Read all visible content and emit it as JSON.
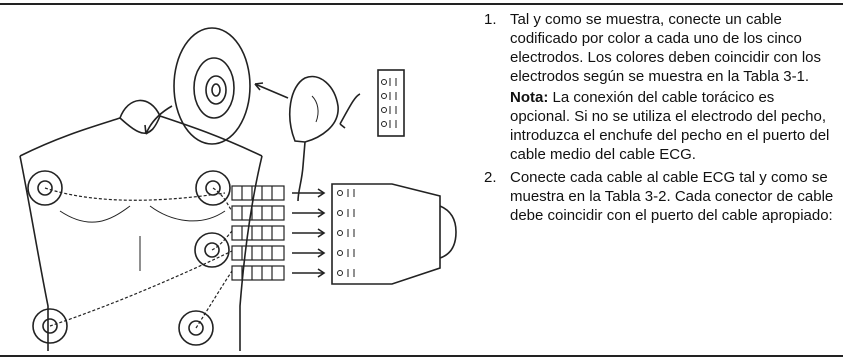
{
  "instructions": {
    "step1": {
      "number": "1.",
      "text": "Tal y como se muestra, conecte un cable codificado por color a cada uno de los cinco electrodos. Los colores deben coincidir con los electrodos según se muestra en la Tabla 3-1."
    },
    "note": {
      "label": "Nota:",
      "text": "La conexión del cable torácico es opcional. Si no se utiliza el electrodo del pecho, introduzca el enchufe del pecho en el puerto del cable medio del cable ECG."
    },
    "step2": {
      "number": "2.",
      "text": "Conecte cada cable al cable ECG tal y como se muestra en la Tabla 3-2. Cada conector de cable debe coincidir con el puerto del cable apropiado:"
    }
  }
}
